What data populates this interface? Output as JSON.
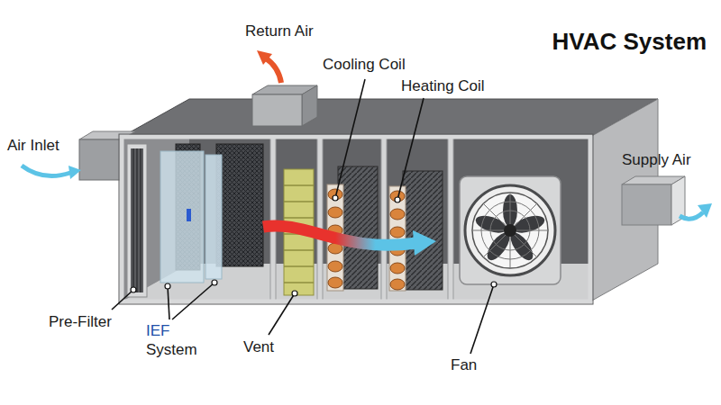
{
  "diagram": {
    "title": "HVAC System",
    "labels": [
      "Return Air",
      "Cooling Coil",
      "Heating Coil",
      "Air Inlet",
      "Supply Air",
      "Pre-Filter",
      "IEF",
      "System",
      "Vent",
      "Fan"
    ]
  }
}
